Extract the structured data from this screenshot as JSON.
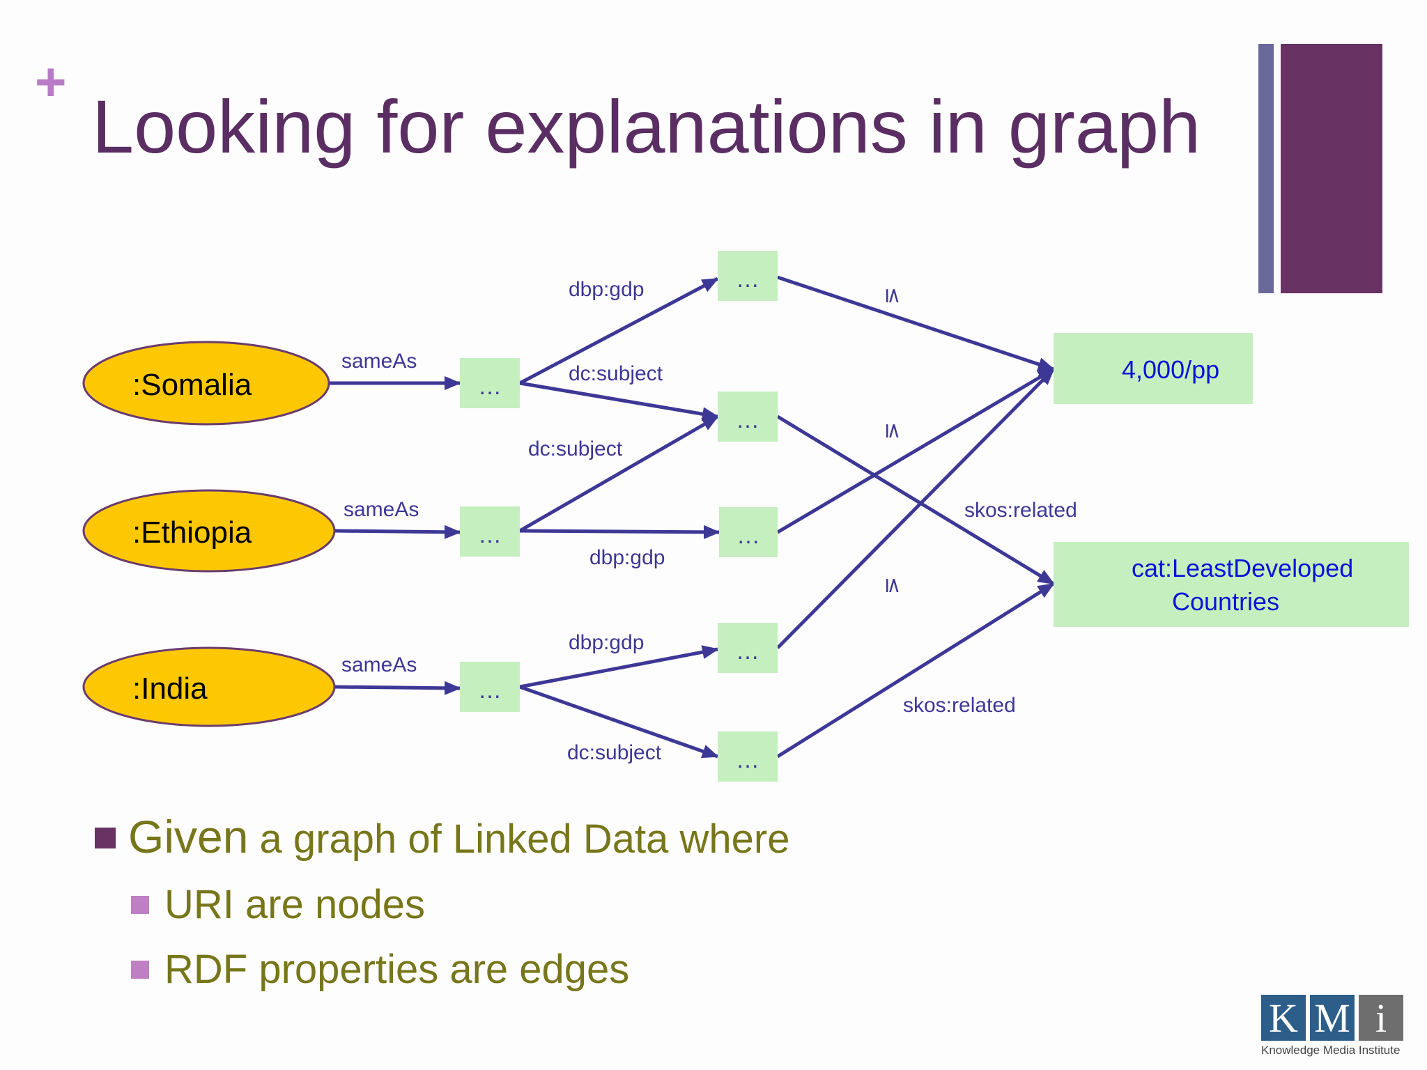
{
  "slide": {
    "plus": "+",
    "title": "Looking for explanations in graph"
  },
  "colors": {
    "edge": "#3d3796",
    "ellipse_fill": "#fdc802",
    "ellipse_stroke": "#6a3b6e",
    "box_fill": "#c6efc0",
    "label_text": "#3d3796",
    "box_text": "#0a14d8",
    "bullet_text": "#77761a"
  },
  "diagram": {
    "nodes": {
      "somalia": ":Somalia",
      "ethiopia": ":Ethiopia",
      "india": ":India",
      "placeholder": "…",
      "gdp_value": "4,000/pp",
      "ldc_line1": "cat:LeastDeveloped",
      "ldc_line2": "Countries"
    },
    "edges": {
      "same_as": "sameAs",
      "dbp_gdp": "dbp:gdp",
      "dc_subject": "dc:subject",
      "leq": "≤",
      "skos_related": "skos:related"
    }
  },
  "bullets": {
    "level1": {
      "first_word": "Given",
      "rest": " a graph of Linked Data where"
    },
    "level2": [
      "URI are nodes",
      "RDF properties are edges"
    ]
  },
  "logo": {
    "letters": [
      "K",
      "M",
      "i"
    ],
    "caption": "Knowledge Media Institute"
  }
}
